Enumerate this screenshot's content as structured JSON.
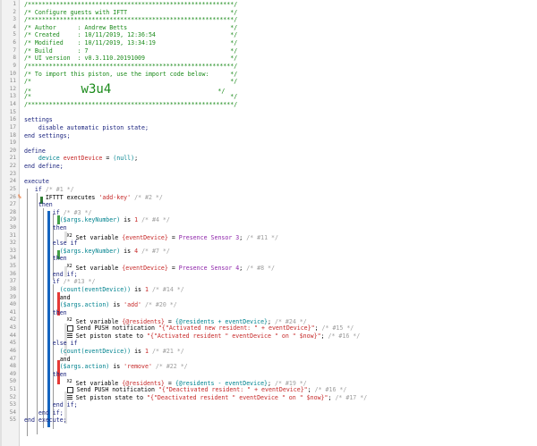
{
  "lines": [
    {
      "n": "1",
      "html": "<span class='green'>/**********************************************************/</span>"
    },
    {
      "n": "2",
      "html": "<span class='green'>/* Configure guests with IFTT                             */</span>"
    },
    {
      "n": "3",
      "html": "<span class='green'>/**********************************************************/</span>"
    },
    {
      "n": "4",
      "html": "<span class='green'>/* Author      : Andrew Betts                             */</span>"
    },
    {
      "n": "5",
      "html": "<span class='green'>/* Created     : 10/11/2019, 12:36:54                     */</span>"
    },
    {
      "n": "6",
      "html": "<span class='green'>/* Modified    : 10/11/2019, 13:34:19                     */</span>"
    },
    {
      "n": "7",
      "html": "<span class='green'>/* Build       : 7                                        */</span>"
    },
    {
      "n": "8",
      "html": "<span class='green'>/* UI version  : v0.3.110.20191009                        */</span>"
    },
    {
      "n": "9",
      "html": "<span class='green'>/**********************************************************/</span>"
    },
    {
      "n": "10",
      "html": "<span class='green'>/* To import this piston, use the import code below:      */</span>"
    },
    {
      "n": "11",
      "html": "<span class='green'>/*                                                        */</span>"
    },
    {
      "n": "12",
      "html": "<span class='green'>/*              <span class='bigcode'>w3u4</span>                              */</span>"
    },
    {
      "n": "13",
      "html": "<span class='green'>/*                                                        */</span>"
    },
    {
      "n": "14",
      "html": "<span class='green'>/**********************************************************/</span>"
    },
    {
      "n": "15",
      "html": ""
    },
    {
      "n": "16",
      "html": "<span class='darkblue'>settings</span>"
    },
    {
      "n": "17",
      "html": "    <span class='darkblue'>disable automatic piston state;</span>"
    },
    {
      "n": "18",
      "html": "<span class='darkblue'>end settings;</span>"
    },
    {
      "n": "19",
      "html": ""
    },
    {
      "n": "20",
      "html": "<span class='darkblue'>define</span>"
    },
    {
      "n": "21",
      "html": "    <span class='teal'>device</span> <span class='red'>eventDevice</span> = <span class='teal'>(null)</span>;"
    },
    {
      "n": "22",
      "html": "<span class='darkblue'>end define;</span>"
    },
    {
      "n": "23",
      "html": ""
    },
    {
      "n": "24",
      "html": "<span class='darkblue'>execute</span>"
    },
    {
      "n": "25",
      "html": "   <span class='darkblue'>if</span> <span class='gray'>/* #1 */</span>"
    },
    {
      "n": "26",
      "html": "      IFTTT executes <span class='red'>'add-key'</span> <span class='gray'>/* #2 */</span>"
    },
    {
      "n": "27",
      "html": "    <span class='darkblue'>then</span>"
    },
    {
      "n": "28",
      "html": "        <span class='darkblue'>if</span> <span class='gray'>/* #3 */</span>"
    },
    {
      "n": "29",
      "html": "          <span class='teal'>($args.keyNumber)</span> is <span class='red'>1</span> <span class='gray'>/* #4 */</span>"
    },
    {
      "n": "30",
      "html": "        <span class='darkblue'>then</span>"
    },
    {
      "n": "31",
      "html": "            <span class='sup'>X</span><span class='sup'>2</span> Set variable <span class='red'>{eventDevice}</span> = <span class='purple'>Presence Sensor 3</span>; <span class='gray'>/* #11 */</span>"
    },
    {
      "n": "32",
      "html": "        <span class='darkblue'>else if</span>"
    },
    {
      "n": "33",
      "html": "          <span class='teal'>($args.keyNumber)</span> is <span class='red'>4</span> <span class='gray'>/* #7 */</span>"
    },
    {
      "n": "34",
      "html": "        <span class='darkblue'>then</span>"
    },
    {
      "n": "35",
      "html": "            <span class='sup'>X</span><span class='sup'>2</span> Set variable <span class='red'>{eventDevice}</span> = <span class='purple'>Presence Sensor 4</span>; <span class='gray'>/* #8 */</span>"
    },
    {
      "n": "36",
      "html": "        <span class='darkblue'>end if;</span>"
    },
    {
      "n": "37",
      "html": "        <span class='darkblue'>if</span> <span class='gray'>/* #13 */</span>"
    },
    {
      "n": "38",
      "html": "          <span class='teal'>(count(eventDevice))</span> is <span class='red'>1</span> <span class='gray'>/* #14 */</span>"
    },
    {
      "n": "39",
      "html": "          and"
    },
    {
      "n": "40",
      "html": "          <span class='teal'>($args.action)</span> is <span class='red'>'add'</span> <span class='gray'>/* #20 */</span>"
    },
    {
      "n": "41",
      "html": "        <span class='darkblue'>then</span>"
    },
    {
      "n": "42",
      "html": "            <span class='sup'>X</span><span class='sup'>2</span> Set variable <span class='red'>{@residents}</span> = <span class='teal'>{@residents + eventDevice}</span>; <span class='gray'>/* #24 */</span>"
    },
    {
      "n": "43",
      "html": "            <span class='icon-box'></span> Send PUSH notification <span class='red'>\"{\"Activated new resident: \" + eventDevice}\"</span>; <span class='gray'>/* #15 */</span>"
    },
    {
      "n": "44",
      "html": "            <span class='icon-lines'></span> Set piston state to <span class='red'>\"{\"Activated resident \" eventDevice \" on \" $now}\"</span>; <span class='gray'>/* #16 */</span>"
    },
    {
      "n": "45",
      "html": "        <span class='darkblue'>else if</span>"
    },
    {
      "n": "46",
      "html": "          <span class='teal'>(count(eventDevice))</span> is <span class='red'>1</span> <span class='gray'>/* #21 */</span>"
    },
    {
      "n": "47",
      "html": "          and"
    },
    {
      "n": "48",
      "html": "          <span class='teal'>($args.action)</span> is <span class='red'>'remove'</span> <span class='gray'>/* #22 */</span>"
    },
    {
      "n": "49",
      "html": "        <span class='darkblue'>then</span>"
    },
    {
      "n": "50",
      "html": "            <span class='sup'>X</span><span class='sup'>2</span> Set variable <span class='red'>{@residents}</span> = <span class='teal'>{@residents - eventDevice}</span>; <span class='gray'>/* #19 */</span>"
    },
    {
      "n": "51",
      "html": "            <span class='icon-box'></span> Send PUSH notification <span class='red'>\"{\"Deactivated resident: \" + eventDevice}\"</span>; <span class='gray'>/* #16 */</span>"
    },
    {
      "n": "52",
      "html": "            <span class='icon-lines'></span> Set piston state to <span class='red'>\"{\"Deactivated resident \" eventDevice \" on \" $now}\"</span>; <span class='gray'>/* #17 */</span>"
    },
    {
      "n": "53",
      "html": "        <span class='darkblue'>end if;</span>"
    },
    {
      "n": "54",
      "html": "    <span class='darkblue'>end if;</span>"
    },
    {
      "n": "55",
      "html": "<span class='darkblue'>end execute;</span>"
    }
  ],
  "line_26_marker": "%"
}
